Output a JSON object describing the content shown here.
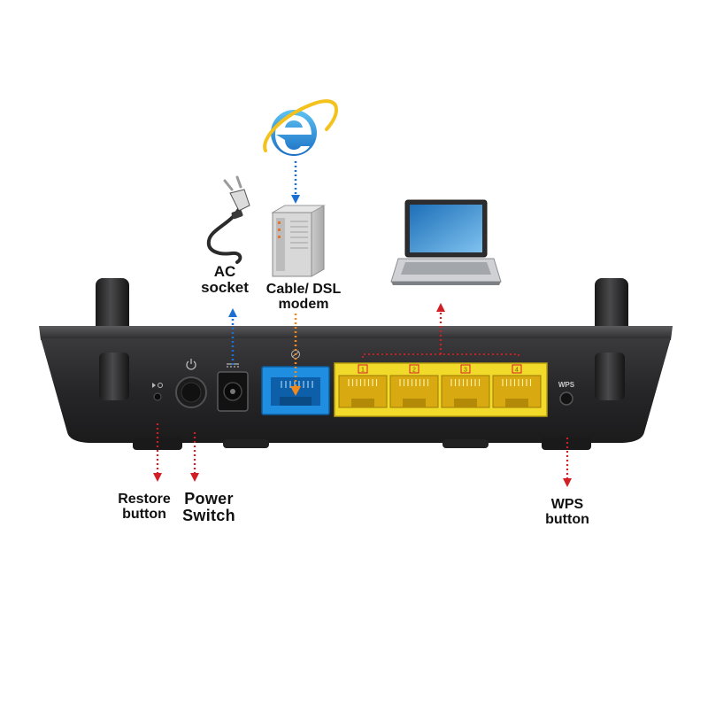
{
  "labels": {
    "ac_socket": [
      "AC",
      "socket"
    ],
    "modem": [
      "Cable/ DSL",
      "modem"
    ],
    "restore": [
      "Restore",
      "button"
    ],
    "power": [
      "Power",
      "Switch"
    ],
    "wps": [
      "WPS",
      "button"
    ]
  },
  "ports": {
    "lan": [
      "1",
      "2",
      "3",
      "4"
    ],
    "wps_text": "WPS"
  },
  "colors": {
    "router_body": "#2a2a2c",
    "wan_port": "#1f8ee0",
    "lan_port": "#f2da2a",
    "link_red": "#d21f26",
    "link_blue": "#1d6fd2",
    "link_orange": "#f08a1c"
  },
  "icons": [
    "internet-explorer-icon",
    "power-plug-icon",
    "modem-icon",
    "laptop-icon"
  ]
}
